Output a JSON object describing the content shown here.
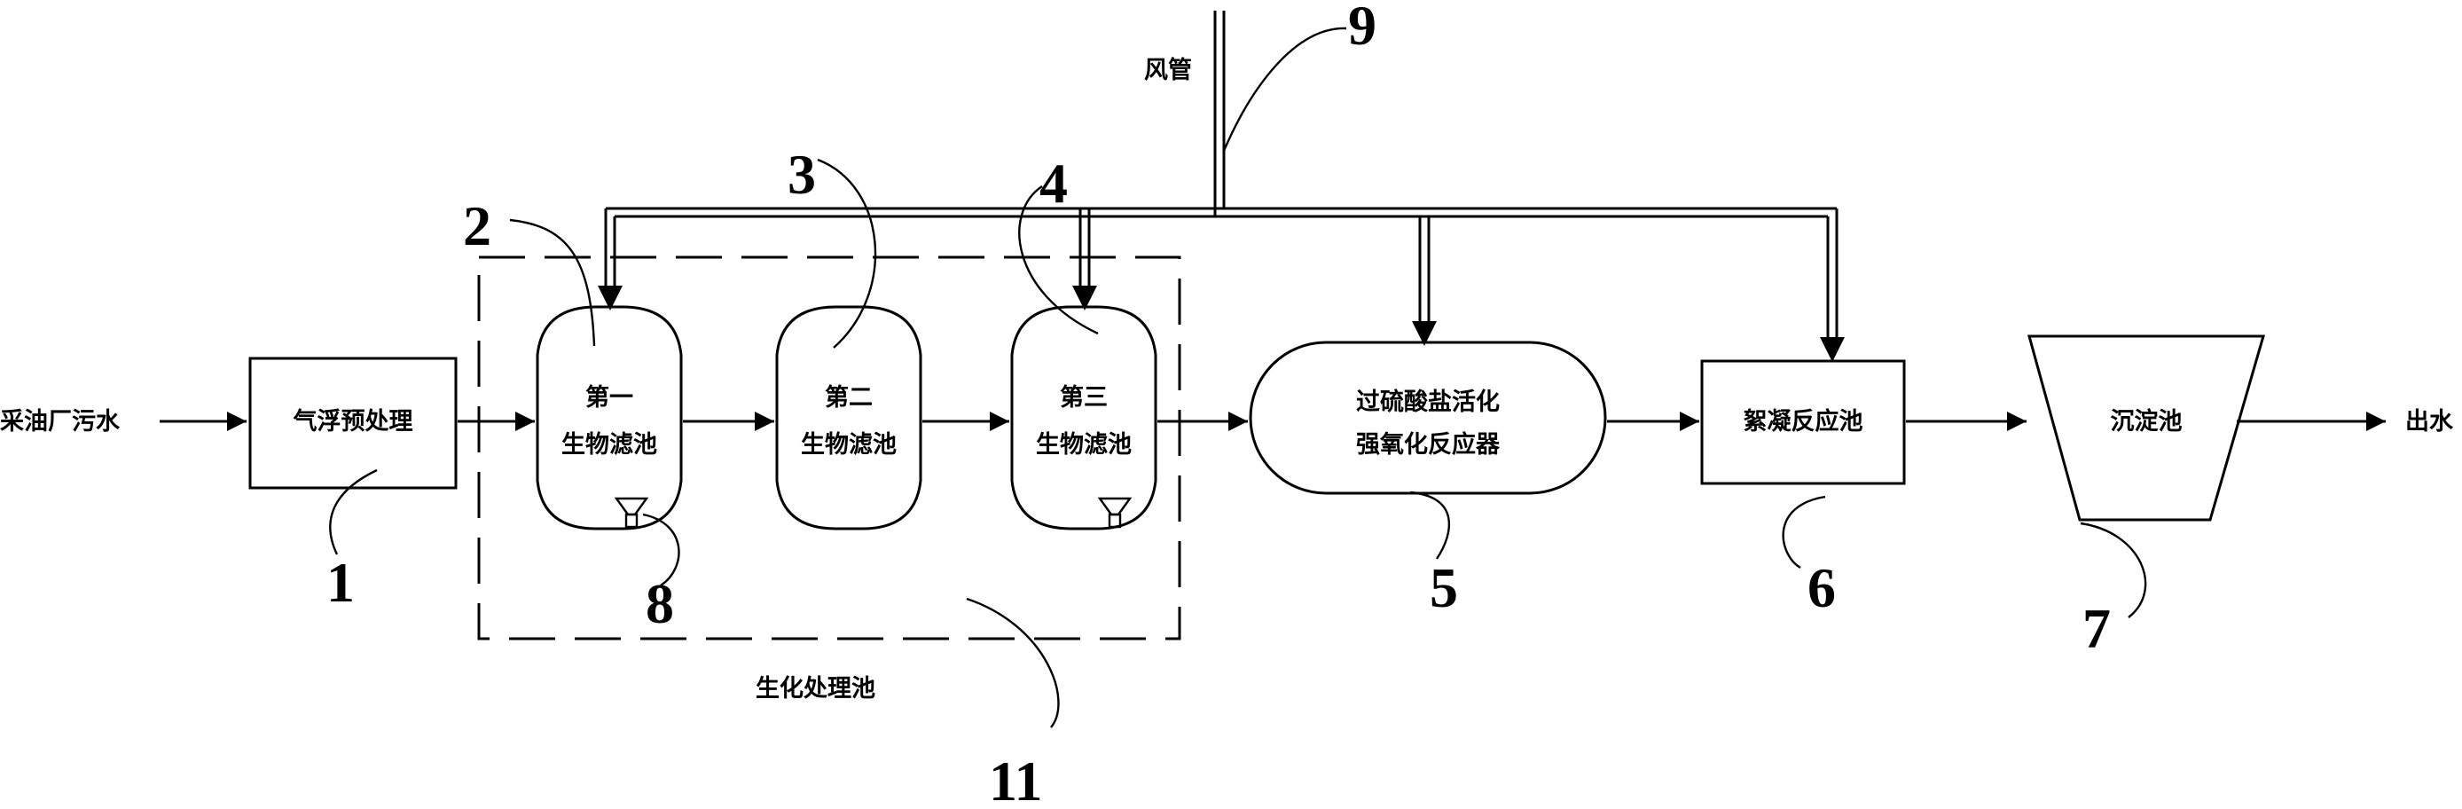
{
  "inputs": {
    "source": "采油厂污水",
    "output": "出水"
  },
  "units": {
    "flotation": "气浮预处理",
    "filter1": [
      "第一",
      "生物滤池"
    ],
    "filter2": [
      "第二",
      "生物滤池"
    ],
    "filter3": [
      "第三",
      "生物滤池"
    ],
    "oxidation": [
      "过硫酸盐活化",
      "强氧化反应器"
    ],
    "flocculation": "絮凝反应池",
    "sedimentation": "沉淀池"
  },
  "labels": {
    "air_pipe": "风管",
    "biochem_tank": "生化处理池"
  },
  "numbers": {
    "n1": "1",
    "n2": "2",
    "n3": "3",
    "n4": "4",
    "n5": "5",
    "n6": "6",
    "n7": "7",
    "n8": "8",
    "n9": "9",
    "n11": "11"
  }
}
